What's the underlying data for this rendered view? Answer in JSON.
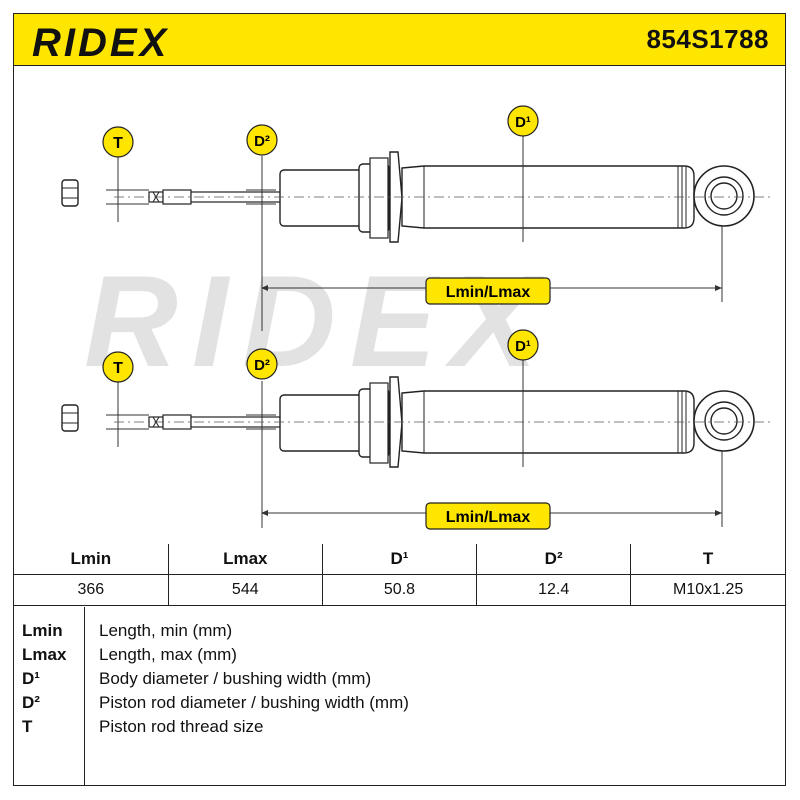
{
  "header": {
    "brand": "RIDEX",
    "part_number": "854S1788",
    "accent_color": "#FFE600"
  },
  "diagram": {
    "dimension_labels": {
      "t": "T",
      "d2": "D²",
      "d1": "D¹",
      "length": "Lmin/Lmax"
    },
    "watermark": "RIDEX",
    "icons": [
      "nut-icon",
      "shock-absorber-icon",
      "eye-mount-icon"
    ]
  },
  "spec_table": {
    "headers": [
      "Lmin",
      "Lmax",
      "D¹",
      "D²",
      "T"
    ],
    "values": [
      "366",
      "544",
      "50.8",
      "12.4",
      "M10x1.25"
    ]
  },
  "legend": [
    {
      "key": "Lmin",
      "description": "Length, min (mm)"
    },
    {
      "key": "Lmax",
      "description": "Length, max (mm)"
    },
    {
      "key": "D¹",
      "description": "Body diameter / bushing width (mm)"
    },
    {
      "key": "D²",
      "description": "Piston rod diameter / bushing width (mm)"
    },
    {
      "key": "T",
      "description": "Piston rod thread size"
    }
  ]
}
